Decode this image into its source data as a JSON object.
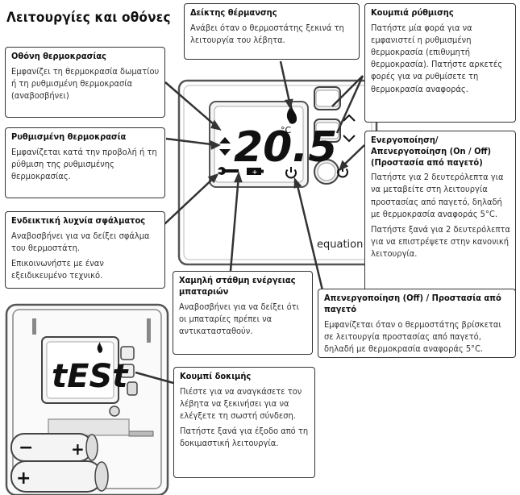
{
  "title": "Λειτουργίες και οθόνες",
  "callouts": {
    "room_temp": {
      "heading": "Οθόνη θερμοκρασίας",
      "body": [
        "Εμφανίζει τη θερμοκρασία δωματίου ή τη ρυθμισμένη θερμοκρασία (αναβοσβήνει)"
      ]
    },
    "set_temp": {
      "heading": "Ρυθμισμένη θερμοκρασία",
      "body": [
        "Εμφανίζεται κατά την προβολή ή τη ρύθμιση της ρυθμισμένης θερμοκρασίας."
      ]
    },
    "fault": {
      "heading": "Ενδεικτική λυχνία σφάλματος",
      "body": [
        "Αναβοσβήνει για να δείξει σφάλμα του θερμοστάτη.",
        "Επικοινωνήστε με έναν εξειδικευμένο τεχνικό."
      ]
    },
    "heat": {
      "heading": "Δείκτης θέρμανσης",
      "body": [
        "Ανάβει όταν ο θερμοστάτης ξεκινά τη λειτουργία του λέβητα."
      ]
    },
    "adjust": {
      "heading": "Κουμπιά ρύθμισης",
      "body": [
        "Πατήστε μία φορά για να εμφανιστεί η ρυθμισμένη θερμοκρασία (επιθυμητή θερμοκρασία). Πατήστε αρκετές φορές για να ρυθμίσετε τη θερμοκρασία αναφοράς."
      ]
    },
    "onoff": {
      "heading": "Ενεργοποίηση/Απενεργοποίηση (On / Off) (Προστασία από παγετό)",
      "body": [
        "Πατήστε για 2 δευτερόλεπτα για να μεταβείτε στη λειτουργία προστασίας από παγετό, δηλαδή με θερμοκρασία αναφοράς 5°C.",
        "Πατήστε ξανά για 2 δευτερόλεπτα για να επιστρέψετε στην κανονική λειτουργία."
      ]
    },
    "battery": {
      "heading": "Χαμηλή στάθμη ενέργειας μπαταριών",
      "body": [
        "Αναβοσβήνει για να δείξει ότι οι μπαταρίες πρέπει να αντικατασταθούν."
      ]
    },
    "off": {
      "heading": "Απενεργοποίηση (Off) / Προστασία από παγετό",
      "body": [
        "Εμφανίζεται όταν ο θερμοστάτης βρίσκεται σε λειτουργία προστασίας από παγετό, δηλαδή με θερμοκρασία αναφοράς 5°C."
      ]
    },
    "test": {
      "heading": "Κουμπί δοκιμής",
      "body": [
        "Πιέστε για να αναγκάσετε τον λέβητα να ξεκινήσει για να ελέγξετε τη σωστή σύνδεση.",
        "Πατήστε ξανά για έξοδο από τη δοκιμαστική λειτουργία."
      ]
    }
  },
  "device": {
    "temperature": "20.5",
    "unit": "°C",
    "brand": "equation",
    "test_display": "tESt"
  }
}
